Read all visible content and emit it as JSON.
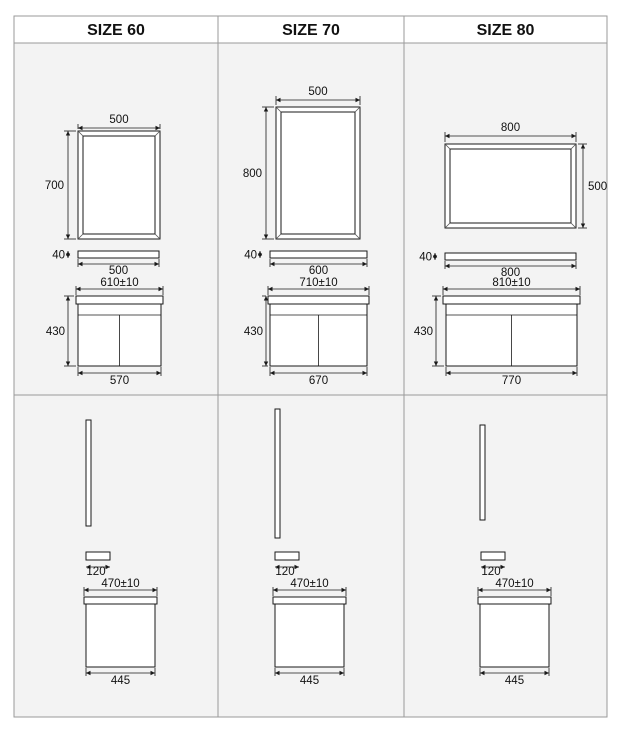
{
  "columns": [
    {
      "header": "SIZE 60",
      "front": {
        "mirror_width": "500",
        "mirror_height": "700",
        "shelf_height": "40",
        "shelf_width": "500",
        "top_width": "610±10",
        "cabinet_height": "430",
        "cabinet_width": "570"
      },
      "side": {
        "shelf_depth": "120",
        "top_depth": "470±10",
        "cabinet_depth": "445"
      }
    },
    {
      "header": "SIZE 70",
      "front": {
        "mirror_width": "500",
        "mirror_height": "800",
        "shelf_height": "40",
        "shelf_width": "600",
        "top_width": "710±10",
        "cabinet_height": "430",
        "cabinet_width": "670"
      },
      "side": {
        "shelf_depth": "120",
        "top_depth": "470±10",
        "cabinet_depth": "445"
      }
    },
    {
      "header": "SIZE 80",
      "front": {
        "mirror_width": "800",
        "mirror_height": "500",
        "shelf_height": "40",
        "shelf_width": "800",
        "top_width": "810±10",
        "cabinet_height": "430",
        "cabinet_width": "770"
      },
      "side": {
        "shelf_depth": "120",
        "top_depth": "470±10",
        "cabinet_depth": "445"
      }
    }
  ]
}
